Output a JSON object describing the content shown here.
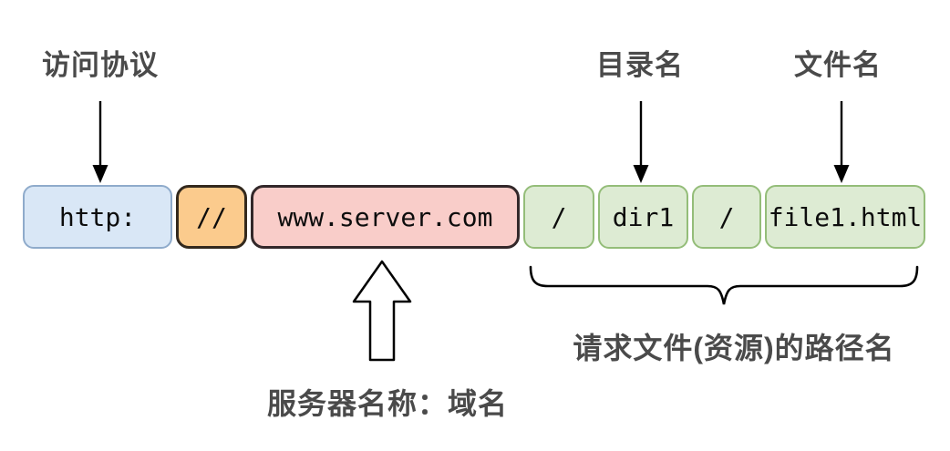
{
  "diagram": {
    "title": "URL structure diagram",
    "labels": {
      "protocol": "访问协议",
      "directory": "目录名",
      "file": "文件名",
      "server": "服务器名称：域名",
      "path": "请求文件(资源)的路径名"
    },
    "url_segments": [
      {
        "text": "http:",
        "role": "protocol",
        "color": "blue"
      },
      {
        "text": "//",
        "role": "separator",
        "color": "orange"
      },
      {
        "text": "www.server.com",
        "role": "host",
        "color": "pink"
      },
      {
        "text": "/",
        "role": "separator",
        "color": "green"
      },
      {
        "text": "dir1",
        "role": "directory",
        "color": "green"
      },
      {
        "text": "/",
        "role": "separator",
        "color": "green"
      },
      {
        "text": "file1.html",
        "role": "file",
        "color": "green"
      }
    ],
    "colors": {
      "background": "#ffffff",
      "label_text": "#4a4a4a",
      "box_text": "#0d0d0d",
      "arrow": "#000000",
      "blue_fill": "#d9e7f6",
      "blue_border": "#8fabcb",
      "orange_fill": "#fbcb8d",
      "orange_border": "#33291d",
      "pink_fill": "#f9cdc9",
      "pink_border": "#33282a",
      "green_fill": "#ddebd3",
      "green_border": "#94bd79"
    }
  }
}
